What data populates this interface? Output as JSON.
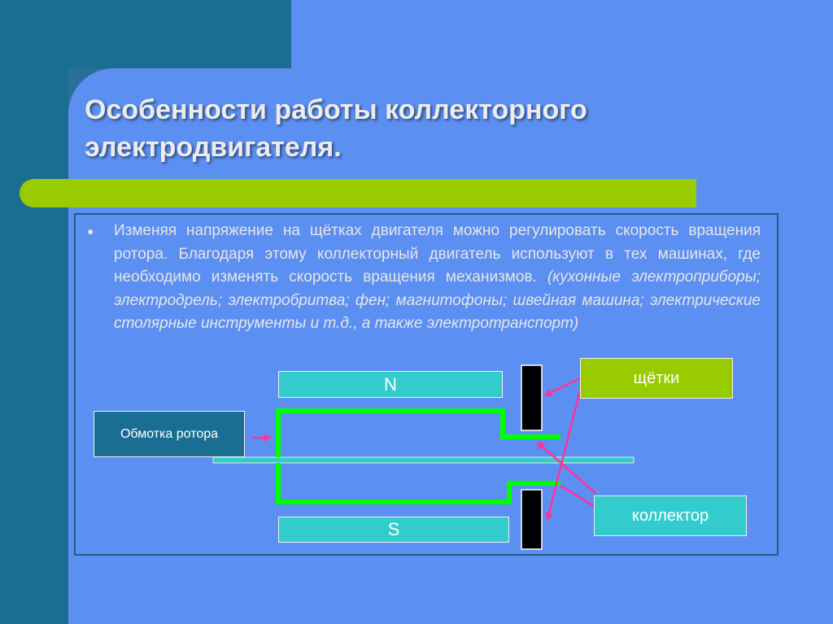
{
  "slide": {
    "title_line1": "Особенности  работы  коллекторного",
    "title_line2": "электродвигателя.",
    "text_regular": "Изменяя  напряжение  на  щётках  двигателя  можно  регулировать  скорость  вращения  ротора.  Благодаря  этому  коллекторный  двигатель  используют  в  тех  машинах,  где  необходимо  изменять  скорость  вращения  механизмов. ",
    "text_italic": "(кухонные  электроприборы;  электродрель;  электробритва;  фен;  магнитофоны;  швейная  машина;  электрические  столярные  инструменты  и  т.д.,    а также  электротранспорт)"
  },
  "diagram": {
    "pole_north": "N",
    "pole_south": "S",
    "rotor_winding": "Обмотка  ротора",
    "brushes": "щётки",
    "collector": "коллектор"
  },
  "colors": {
    "dark_blue": "#1a6e92",
    "light_blue": "#5b8ff2",
    "lime": "#99cc00",
    "cyan": "#33cccc",
    "winding_green": "#00ff00",
    "arrow_magenta": "#ff3399",
    "brush_black": "#000000"
  }
}
